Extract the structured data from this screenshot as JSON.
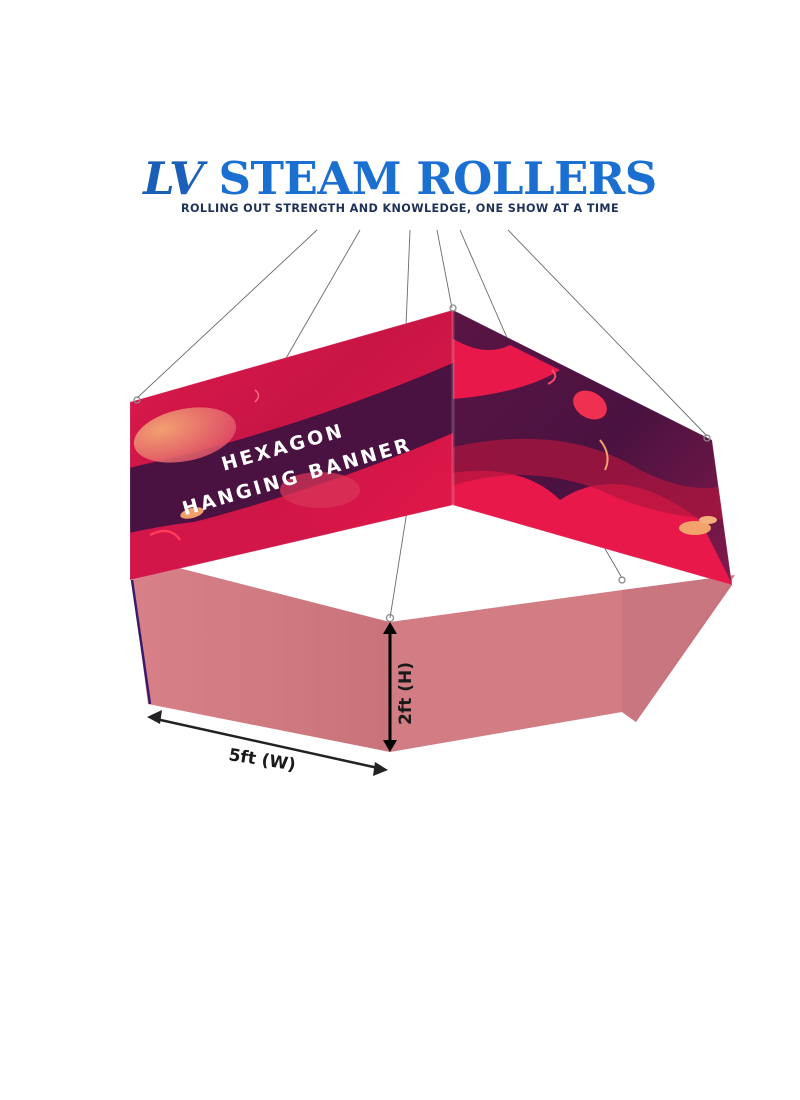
{
  "brand": {
    "name_part1": "LV",
    "name_part2": " STEAM ROLLERS",
    "tagline": "ROLLING OUT STRENGTH AND KNOWLEDGE, ONE SHOW AT A TIME"
  },
  "product": {
    "line1": "HEXAGON",
    "line2": "HANGING BANNER"
  },
  "dimensions": {
    "height_label": "2ft (H)",
    "width_label": "5ft (W)"
  },
  "colors": {
    "brand_blue": "#1a6fd0",
    "tagline_navy": "#1e3158",
    "banner_red": "#e8184a",
    "banner_purple": "#4a1240",
    "inner_fabric": "#d47a80",
    "accent_orange": "#f2a36b"
  }
}
